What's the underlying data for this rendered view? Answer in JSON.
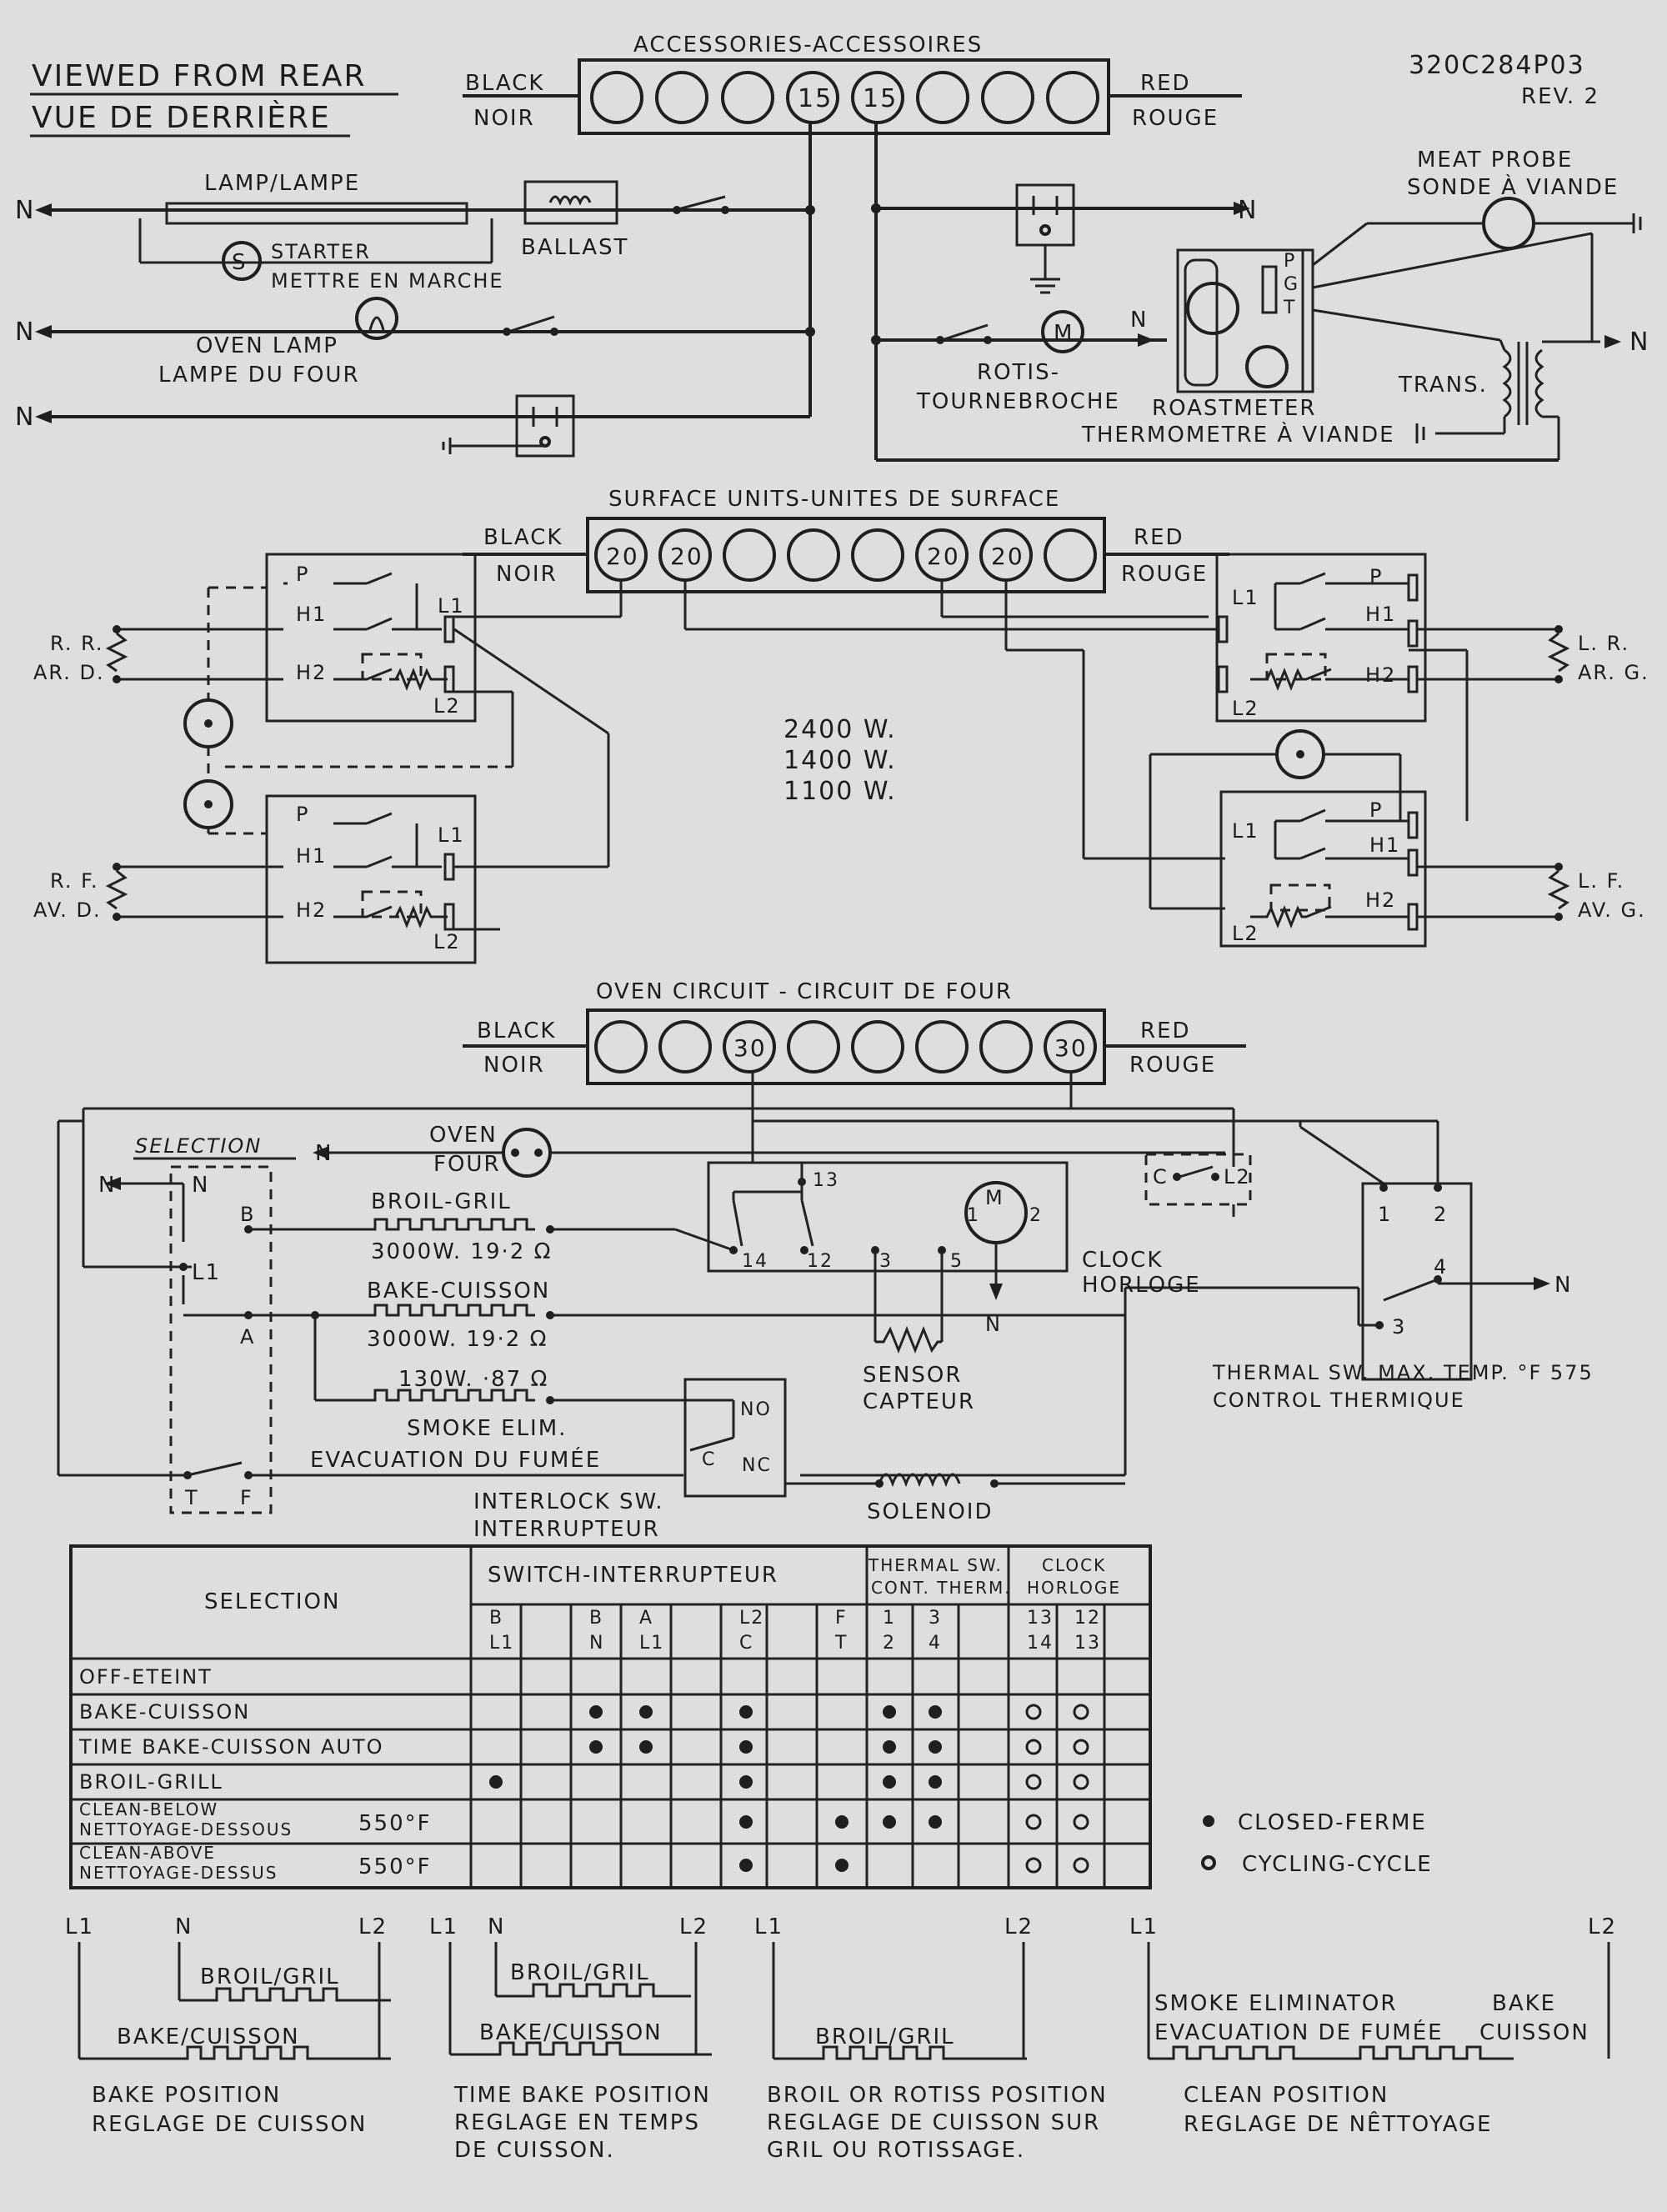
{
  "header": {
    "viewed_en": "VIEWED FROM REAR",
    "viewed_fr": "VUE DE DERRIÈRE",
    "part_no": "320C284P03",
    "rev": "REV. 2"
  },
  "accessories": {
    "title": "ACCESSORIES-ACCESSOIRES",
    "left_en": "BLACK",
    "left_fr": "NOIR",
    "right_en": "RED",
    "right_fr": "ROUGE",
    "pin_a": "15",
    "pin_b": "15",
    "lamp": "LAMP/LAMPE",
    "ballast": "BALLAST",
    "starter_en": "STARTER",
    "starter_fr": "METTRE EN MARCHE",
    "starter_sym": "S",
    "oven_lamp_en": "OVEN LAMP",
    "oven_lamp_fr": "LAMPE DU FOUR",
    "n": "N",
    "rotis_en": "ROTIS-",
    "rotis_fr": "TOURNEBROCHE",
    "motor": "M",
    "meat_probe_en": "MEAT PROBE",
    "meat_probe_fr": "SONDE À VIANDE",
    "roastmeter_en": "ROASTMETER",
    "roastmeter_fr": "THERMOMETRE À VIANDE",
    "p": "P",
    "g": "G",
    "t": "T",
    "trans": "TRANS."
  },
  "surface": {
    "title": "SURFACE UNITS-UNITES DE SURFACE",
    "left_en": "BLACK",
    "left_fr": "NOIR",
    "right_en": "RED",
    "right_fr": "ROUGE",
    "pin": "20",
    "rr1": "R. R.",
    "rr2": "AR. D.",
    "rf1": "R. F.",
    "rf2": "AV. D.",
    "lr1": "L. R.",
    "lr2": "AR. G.",
    "lf1": "L. F.",
    "lf2": "AV. G.",
    "p": "P",
    "h1": "H1",
    "h2": "H2",
    "l1": "L1",
    "l2": "L2",
    "watts": [
      "2400 W.",
      "1400 W.",
      "1100 W."
    ]
  },
  "oven": {
    "title": "OVEN CIRCUIT - CIRCUIT DE FOUR",
    "left_en": "BLACK",
    "left_fr": "NOIR",
    "right_en": "RED",
    "right_fr": "ROUGE",
    "pin": "30",
    "selection": "SELECTION",
    "oven_en": "OVEN",
    "oven_fr": "FOUR",
    "broil": "BROIL-GRIL",
    "broil_rating": "3000W. 19·2 Ω",
    "bake": "BAKE-CUISSON",
    "bake_rating": "3000W. 19·2 Ω",
    "smoke_rating": "130W. ·87 Ω",
    "smoke_en": "SMOKE ELIM.",
    "smoke_fr": "EVACUATION DU FUMÉE",
    "interlock_en": "INTERLOCK SW.",
    "interlock_fr": "INTERRUPTEUR",
    "solenoid": "SOLENOID",
    "sensor_en": "SENSOR",
    "sensor_fr": "CAPTEUR",
    "clock_en": "CLOCK",
    "clock_fr": "HORLOGE",
    "thermal_en": "THERMAL SW. MAX. TEMP. °F 575",
    "thermal_fr": "CONTROL THERMIQUE",
    "n": "N",
    "b": "B",
    "l1": "L1",
    "a": "A",
    "t": "T",
    "f": "F",
    "no": "NO",
    "nc": "NC",
    "c": "C",
    "l2": "L2",
    "p13": "13",
    "p14": "14",
    "p12": "12",
    "p3": "3",
    "p5": "5",
    "m": "M",
    "m1": "1",
    "m2": "2",
    "t1": "1",
    "t2": "2",
    "t3": "3",
    "t4": "4"
  },
  "table": {
    "selection_hdr": "SELECTION",
    "switch_hdr": "SWITCH-INTERRUPTEUR",
    "thermal_hdr1": "THERMAL SW.",
    "thermal_hdr2": "CONT. THERM.",
    "clock_hdr1": "CLOCK",
    "clock_hdr2": "HORLOGE",
    "cols": [
      [
        "B",
        "L1"
      ],
      [
        "B",
        "N"
      ],
      [
        "A",
        "L1"
      ],
      [
        "",
        ""
      ],
      [
        "L2",
        "C"
      ],
      [
        "",
        ""
      ],
      [
        "F",
        "T"
      ],
      [
        "1",
        "2"
      ],
      [
        "3",
        "4"
      ],
      [
        "",
        ""
      ],
      [
        "13",
        "14"
      ],
      [
        "12",
        "13"
      ]
    ],
    "rows": [
      {
        "label": "OFF-ETEINT",
        "temp": "",
        "marks": [
          "",
          "",
          "",
          "",
          "",
          "",
          "",
          "",
          "",
          "",
          "",
          ""
        ]
      },
      {
        "label": "BAKE-CUISSON",
        "temp": "",
        "marks": [
          "",
          "●",
          "●",
          "",
          "●",
          "",
          "",
          "●",
          "●",
          "",
          "○",
          "○"
        ]
      },
      {
        "label": "TIME BAKE-CUISSON AUTO",
        "temp": "",
        "marks": [
          "",
          "●",
          "●",
          "",
          "●",
          "",
          "",
          "●",
          "●",
          "",
          "○",
          "○"
        ]
      },
      {
        "label": "BROIL-GRILL",
        "temp": "",
        "marks": [
          "●",
          "",
          "",
          "",
          "●",
          "",
          "",
          "●",
          "●",
          "",
          "○",
          "○"
        ]
      },
      {
        "label": "CLEAN-BELOW",
        "label2": "NETTOYAGE-DESSOUS",
        "temp": "550°F",
        "marks": [
          "",
          "",
          "",
          "",
          "●",
          "",
          "●",
          "●",
          "●",
          "",
          "○",
          "○"
        ]
      },
      {
        "label": "CLEAN-ABOVE",
        "label2": "NETTOYAGE-DESSUS",
        "temp": "550°F",
        "marks": [
          "",
          "",
          "",
          "",
          "●",
          "",
          "●",
          "",
          "",
          "",
          "○",
          "○"
        ]
      }
    ],
    "legend_closed": "CLOSED-FERME",
    "legend_cycling": "CYCLING-CYCLE"
  },
  "positions": [
    {
      "l1": "L1",
      "n": "N",
      "l2": "L2",
      "upper": "BROIL/GRIL",
      "lower": "BAKE/CUISSON",
      "cap1": "BAKE POSITION",
      "cap2": "REGLAGE DE CUISSON",
      "cap3": ""
    },
    {
      "l1": "L1",
      "n": "N",
      "l2": "L2",
      "upper": "BROIL/GRIL",
      "lower": "BAKE/CUISSON",
      "cap1": "TIME BAKE POSITION",
      "cap2": "REGLAGE EN TEMPS",
      "cap3": "DE CUISSON."
    },
    {
      "l1": "L1",
      "l2": "L2",
      "lower": "BROIL/GRIL",
      "cap1": "BROIL OR ROTISS POSITION",
      "cap2": "REGLAGE DE CUISSON SUR",
      "cap3": "GRIL OU ROTISSAGE."
    },
    {
      "l1": "L1",
      "l2": "L2",
      "smoke1": "SMOKE ELIMINATOR",
      "smoke2": "EVACUATION DE FUMÉE",
      "bake1": "BAKE",
      "bake2": "CUISSON",
      "cap1": "CLEAN POSITION",
      "cap2": "REGLAGE DE NÊTTOYAGE"
    }
  ]
}
